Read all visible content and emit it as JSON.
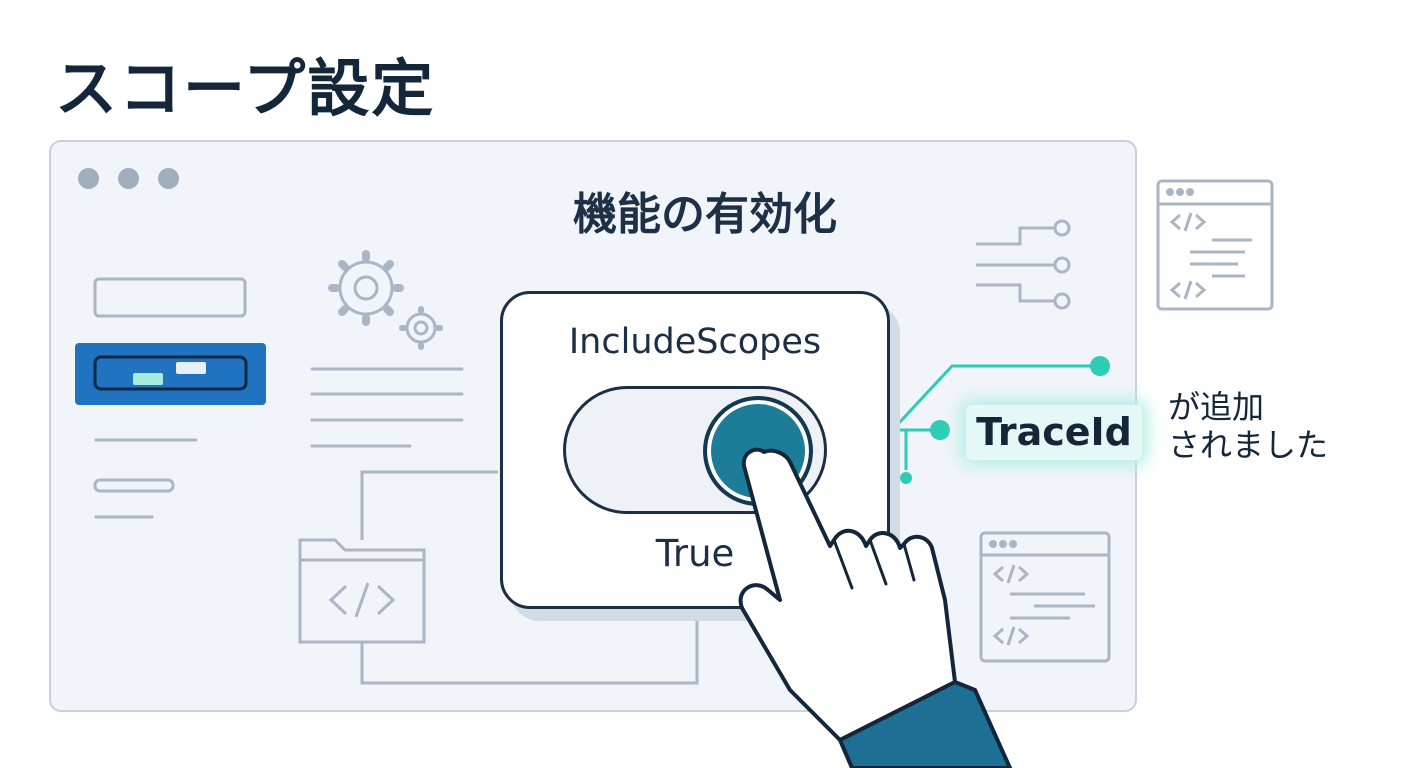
{
  "page": {
    "title": "スコープ設定"
  },
  "window": {
    "heading": "機能の有効化",
    "setting": {
      "name": "IncludeScopes",
      "value": "True"
    },
    "toggle_state": "on"
  },
  "callout": {
    "field": "TraceId",
    "line1": "が追加",
    "line2": "されました"
  },
  "colors": {
    "accent": "#1d7d99",
    "highlight": "#2ecbb5",
    "blue_bar": "#1f73c0",
    "ink": "#14263a"
  },
  "icons": [
    "window-dots-icon",
    "gear-icon",
    "folder-code-icon",
    "code-window-icon",
    "connector-icon",
    "hand-pointer-icon"
  ]
}
